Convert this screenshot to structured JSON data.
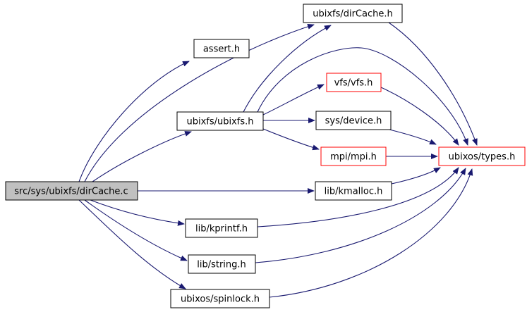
{
  "diagram": {
    "type": "include-dependency-graph",
    "title": "Include dependency graph for src/sys/ubixfs/dirCache.c",
    "colors": {
      "edge": "#191970",
      "node-border": "#000000",
      "node-border-special": "#ff0000",
      "node-fill": "#ffffff",
      "main-fill": "#c0c0c0",
      "text": "#000000",
      "background": "#ffffff"
    },
    "nodes": [
      {
        "id": "dircache-c",
        "label": "src/sys/ubixfs/dirCache.c",
        "style": "main-gray-filled"
      },
      {
        "id": "assert-h",
        "label": "assert.h",
        "style": "plain"
      },
      {
        "id": "dircache-h",
        "label": "ubixfs/dirCache.h",
        "style": "plain"
      },
      {
        "id": "ubixfs-h",
        "label": "ubixfs/ubixfs.h",
        "style": "plain"
      },
      {
        "id": "vfs-h",
        "label": "vfs/vfs.h",
        "style": "red-border"
      },
      {
        "id": "device-h",
        "label": "sys/device.h",
        "style": "plain"
      },
      {
        "id": "mpi-h",
        "label": "mpi/mpi.h",
        "style": "red-border"
      },
      {
        "id": "types-h",
        "label": "ubixos/types.h",
        "style": "red-border"
      },
      {
        "id": "kmalloc-h",
        "label": "lib/kmalloc.h",
        "style": "plain"
      },
      {
        "id": "kprintf-h",
        "label": "lib/kprintf.h",
        "style": "plain"
      },
      {
        "id": "string-h",
        "label": "lib/string.h",
        "style": "plain"
      },
      {
        "id": "spinlock-h",
        "label": "ubixos/spinlock.h",
        "style": "plain"
      }
    ],
    "edges": [
      {
        "from": "dircache-c",
        "to": "assert-h"
      },
      {
        "from": "dircache-c",
        "to": "dircache-h"
      },
      {
        "from": "dircache-c",
        "to": "ubixfs-h"
      },
      {
        "from": "dircache-c",
        "to": "kmalloc-h"
      },
      {
        "from": "dircache-c",
        "to": "kprintf-h"
      },
      {
        "from": "dircache-c",
        "to": "string-h"
      },
      {
        "from": "dircache-c",
        "to": "spinlock-h"
      },
      {
        "from": "ubixfs-h",
        "to": "dircache-h"
      },
      {
        "from": "ubixfs-h",
        "to": "vfs-h"
      },
      {
        "from": "ubixfs-h",
        "to": "device-h"
      },
      {
        "from": "ubixfs-h",
        "to": "mpi-h"
      },
      {
        "from": "ubixfs-h",
        "to": "types-h"
      },
      {
        "from": "dircache-h",
        "to": "types-h"
      },
      {
        "from": "vfs-h",
        "to": "types-h"
      },
      {
        "from": "device-h",
        "to": "types-h"
      },
      {
        "from": "mpi-h",
        "to": "types-h"
      },
      {
        "from": "kmalloc-h",
        "to": "types-h"
      },
      {
        "from": "kprintf-h",
        "to": "types-h"
      },
      {
        "from": "string-h",
        "to": "types-h"
      },
      {
        "from": "spinlock-h",
        "to": "types-h"
      }
    ]
  }
}
